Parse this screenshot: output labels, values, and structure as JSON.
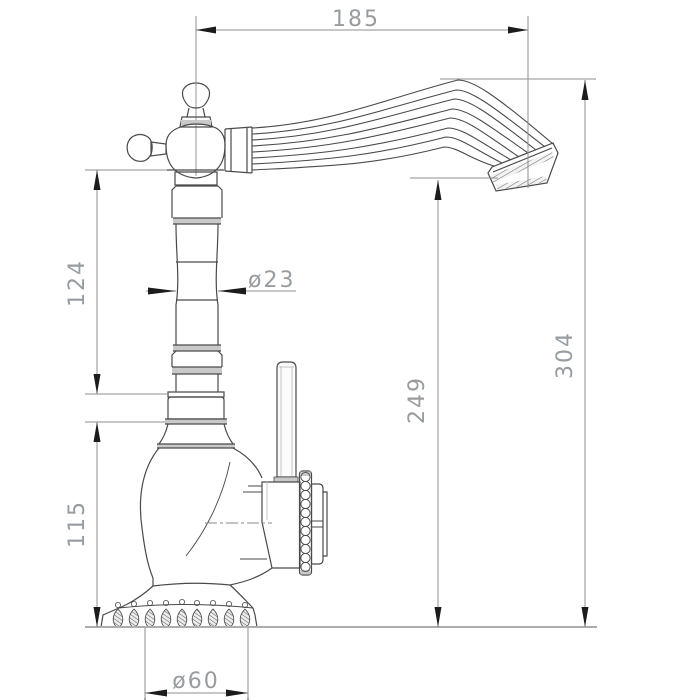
{
  "drawing": {
    "kind": "technical-dimension-drawing",
    "subject": "classic single-handle faucet, side elevation",
    "dimensions": {
      "spout_reach": {
        "label": "185"
      },
      "overall_height": {
        "label": "304"
      },
      "outlet_height": {
        "label": "249"
      },
      "column_height": {
        "label": "124"
      },
      "body_height": {
        "label": "115"
      },
      "column_diameter": {
        "label": "ø23"
      },
      "base_diameter": {
        "label": "ø60"
      }
    },
    "colors": {
      "background": "#ffffff",
      "object_line": "#4a4a4a",
      "dimension_line": "#8f8f8f",
      "dimension_text": "#979ca0",
      "arrow": "#1c1c1c",
      "shade_band": "#c9c9c9",
      "counter_line": "#adadad"
    }
  }
}
